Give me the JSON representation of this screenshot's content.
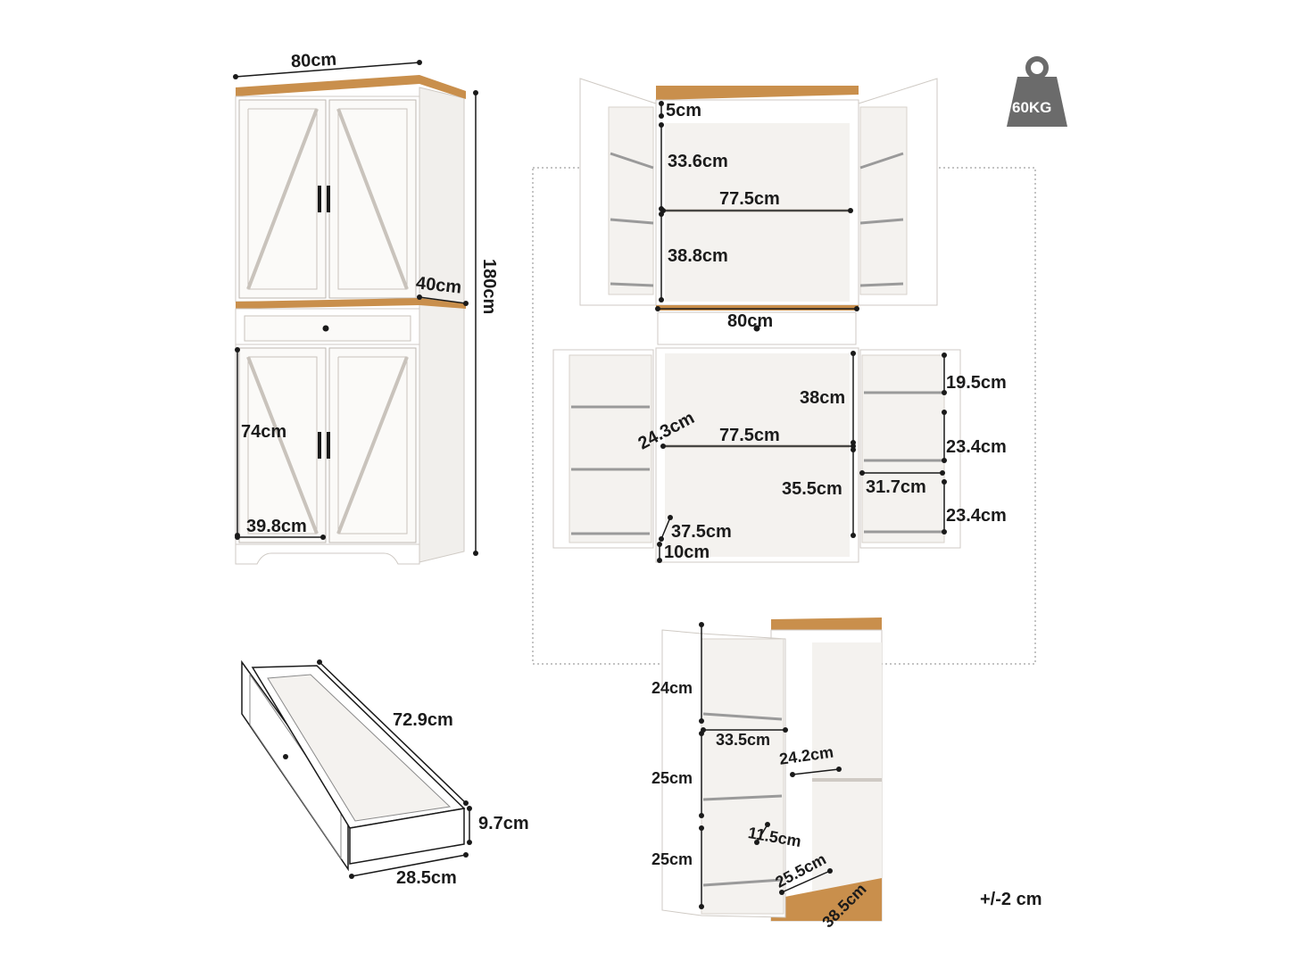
{
  "colors": {
    "wood": "#c98f4c",
    "wood_light": "#deb27a",
    "panel": "#ffffff",
    "panel_shade": "#f1efec",
    "line": "#1a1a1a",
    "weight_badge": "#6b6b6b",
    "guide": "#8a8a8a"
  },
  "weight_badge": {
    "label": "60KG",
    "icon": "weight-icon"
  },
  "cabinet": {
    "width": "80cm",
    "height": "180cm",
    "depth": "40cm",
    "lower_door_height": "74cm",
    "lower_width": "39.8cm"
  },
  "interior": {
    "top_gap": "5cm",
    "upper_shelf_top": "33.6cm",
    "upper_shelf_width": "77.5cm",
    "upper_shelf_bottom": "38.8cm",
    "drawer_width": "80cm",
    "lower_upper_height": "38cm",
    "diag_depth": "24.3cm",
    "lower_shelf_width": "77.5cm",
    "lower_lower_height": "35.5cm",
    "bottom_depth": "37.5cm",
    "base_height": "10cm",
    "door_rack_1": "19.5cm",
    "door_rack_2": "23.4cm",
    "door_rack_width": "31.7cm",
    "door_rack_3": "23.4cm"
  },
  "drawer": {
    "length": "72.9cm",
    "height": "9.7cm",
    "depth": "28.5cm"
  },
  "side_detail": {
    "rack_1": "24cm",
    "rack_width": "33.5cm",
    "shelf_depth": "24.2cm",
    "rack_2": "25cm",
    "rack_3": "25cm",
    "rack_depth": "11.5cm",
    "shelf_depth_2": "25.5cm",
    "top_depth": "38.5cm"
  },
  "tolerance": "+/-2 cm"
}
